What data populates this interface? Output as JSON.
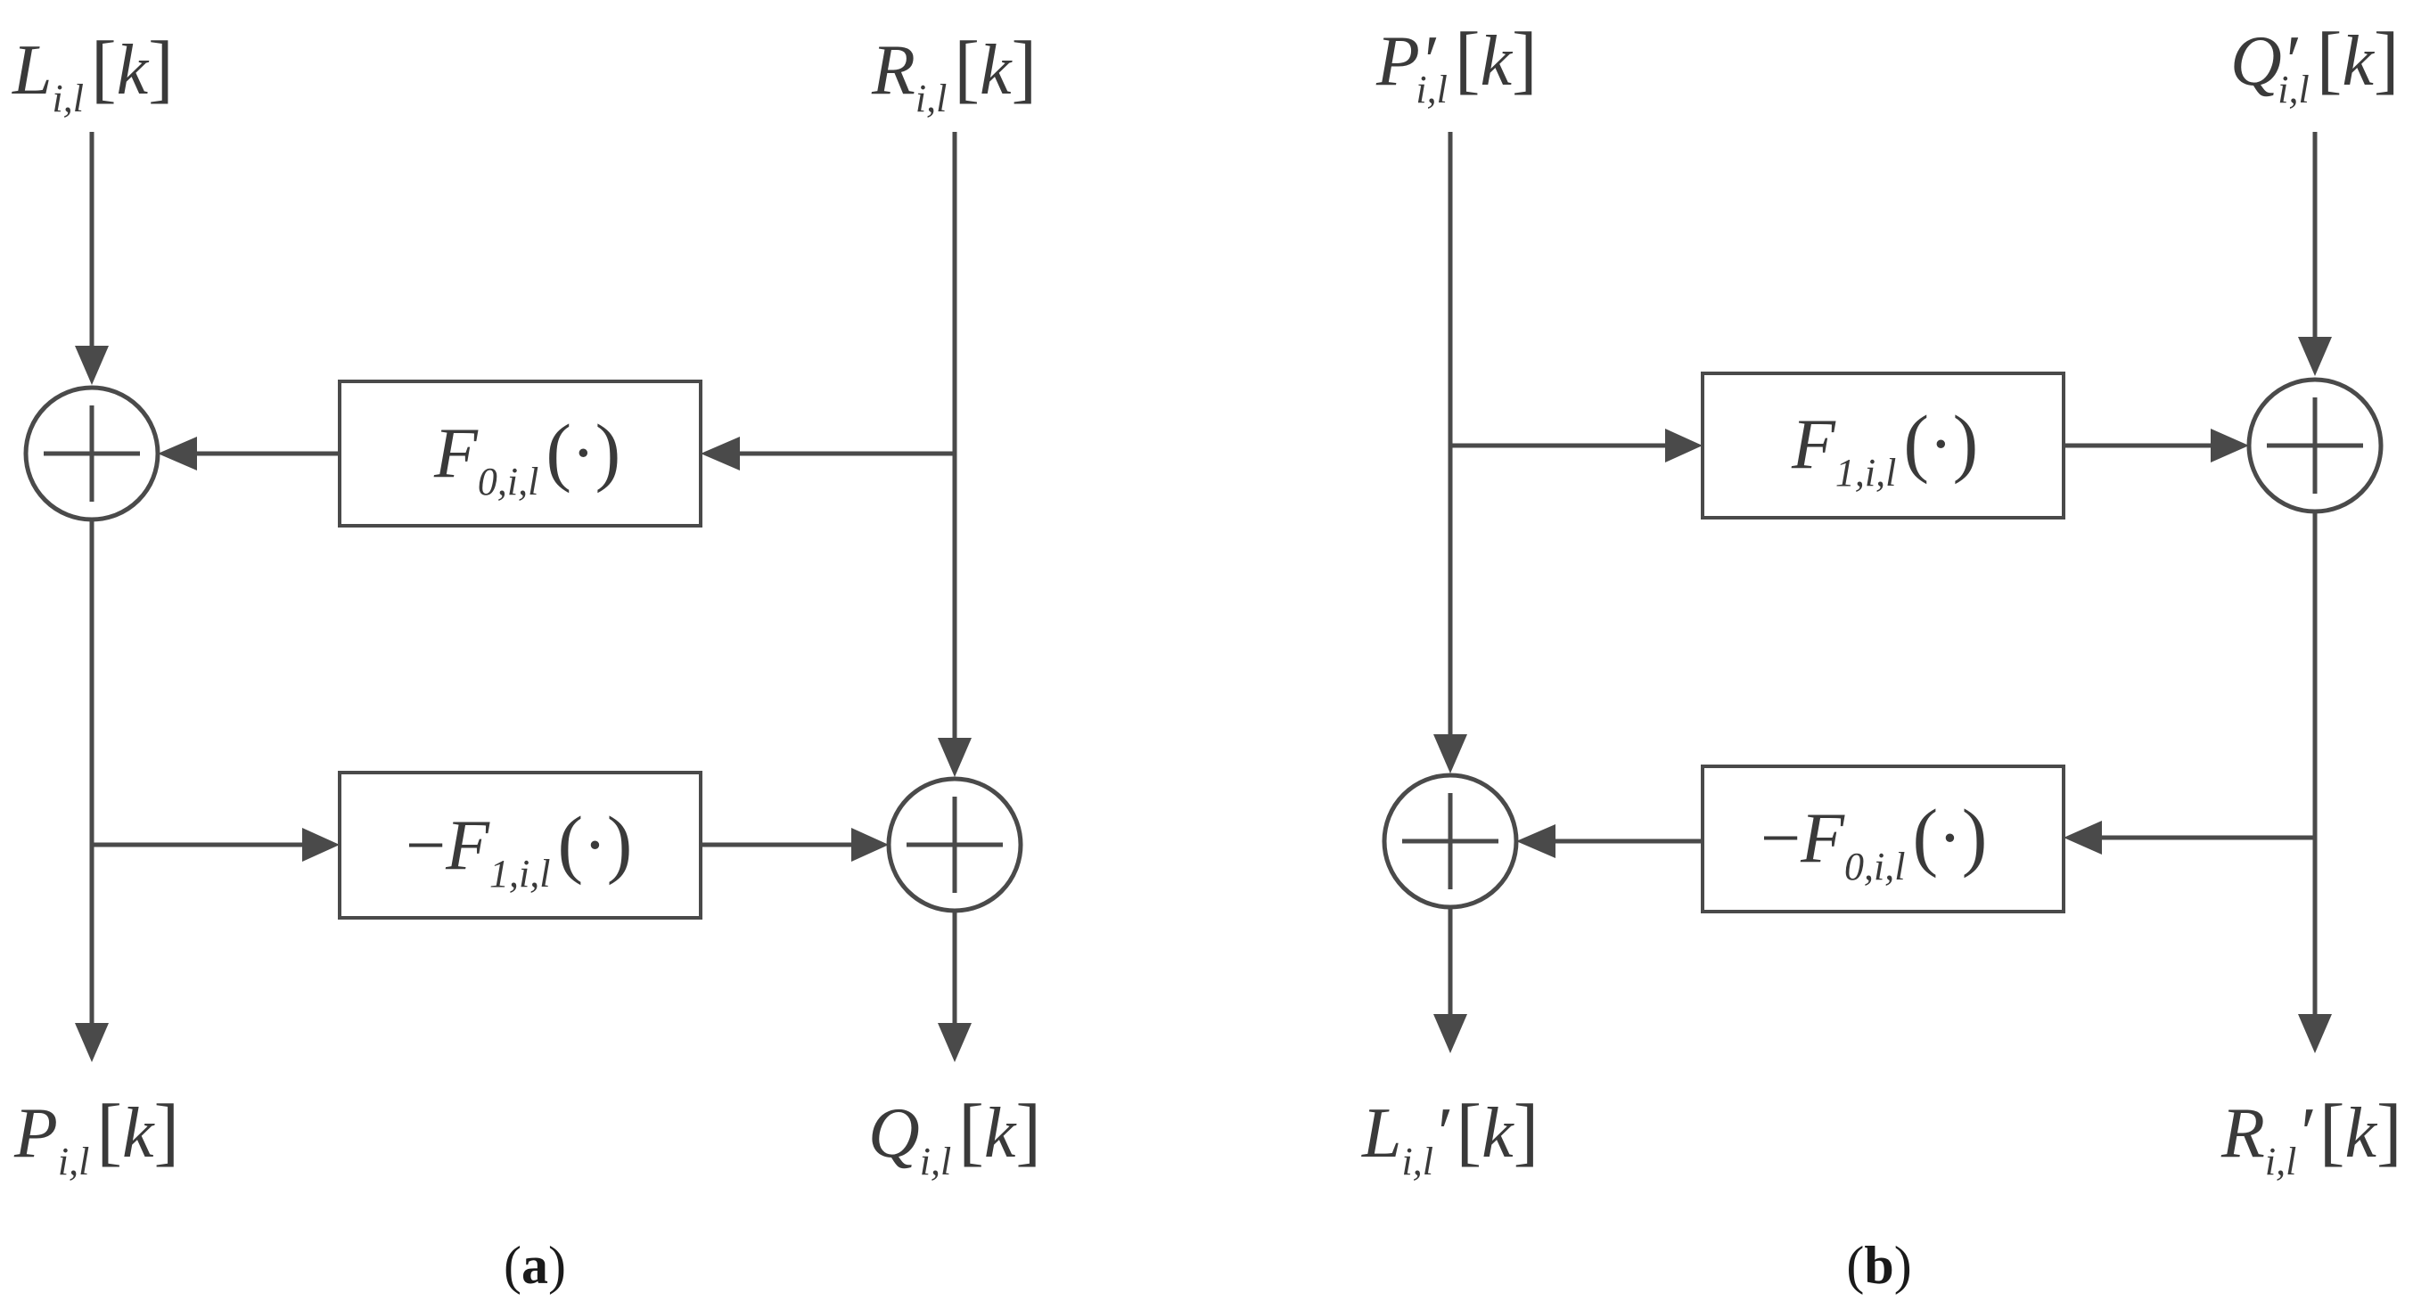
{
  "panel_a": {
    "caption_open": "(",
    "caption_letter": "a",
    "caption_close": ")",
    "top_left": {
      "base": "L",
      "sub": "i,l",
      "bl": "[",
      "arg": "k",
      "br": "]"
    },
    "top_right": {
      "base": "R",
      "sub": "i,l",
      "bl": "[",
      "arg": "k",
      "br": "]"
    },
    "bottom_left": {
      "base": "P",
      "sub": "i,l",
      "bl": "[",
      "arg": "k",
      "br": "]"
    },
    "bottom_right": {
      "base": "Q",
      "sub": "i,l",
      "bl": "[",
      "arg": "k",
      "br": "]"
    },
    "box_upper": {
      "sign": "",
      "base": "F",
      "sub": "0,i,l",
      "open": "(",
      "dot": "·",
      "close": ")"
    },
    "box_lower": {
      "sign": "−",
      "base": "F",
      "sub": "1,i,l",
      "open": "(",
      "dot": "·",
      "close": ")"
    }
  },
  "panel_b": {
    "caption_open": "(",
    "caption_letter": "b",
    "caption_close": ")",
    "top_left": {
      "base": "P′",
      "sub": "i,l",
      "bl": "[",
      "arg": "k",
      "br": "]"
    },
    "top_right": {
      "base": "Q′",
      "sub": "i,l",
      "bl": "[",
      "arg": "k",
      "br": "]"
    },
    "bottom_left": {
      "base": "L",
      "sub": "i,l",
      "prime": "′",
      "bl": "[",
      "arg": "k",
      "br": "]"
    },
    "bottom_right": {
      "base": "R",
      "sub": "i,l",
      "prime": "′",
      "bl": "[",
      "arg": "k",
      "br": "]"
    },
    "box_upper": {
      "sign": "",
      "base": "F",
      "sub": "1,i,l",
      "open": "(",
      "dot": "·",
      "close": ")"
    },
    "box_lower": {
      "sign": "−",
      "base": "F",
      "sub": "0,i,l",
      "open": "(",
      "dot": "·",
      "close": ")"
    }
  }
}
